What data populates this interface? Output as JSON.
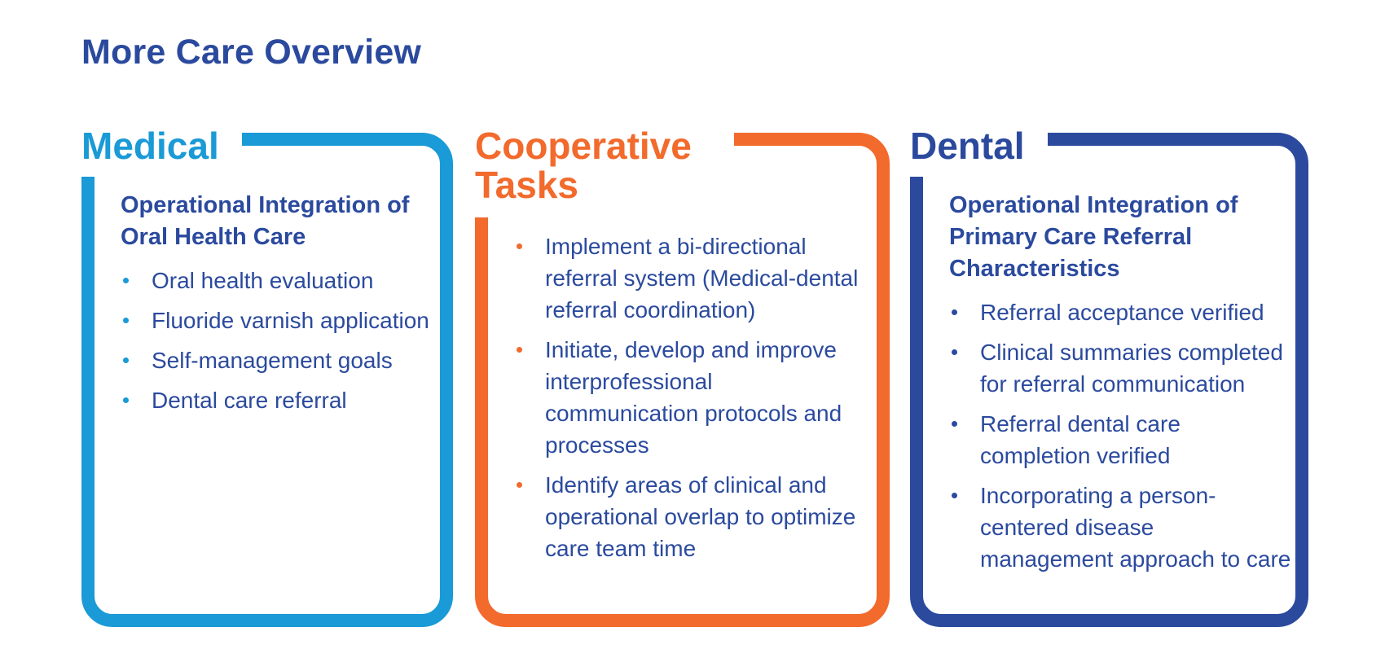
{
  "title": "More Care Overview",
  "colors": {
    "medical": "#1a9ad6",
    "cooperative": "#f26a2c",
    "dental": "#2b4a9e",
    "text": "#2b4a9e"
  },
  "medical": {
    "heading": "Medical",
    "subheading": "Operational Integration of Oral Health Care",
    "items": [
      "Oral health evaluation",
      "Fluoride varnish application",
      "Self-management goals",
      "Dental care referral"
    ]
  },
  "cooperative": {
    "heading": "Cooperative Tasks",
    "items": [
      "Implement a bi-directional referral system (Medical-dental referral coordination)",
      "Initiate, develop and improve interprofessional communication protocols and processes",
      "Identify areas of clinical and operational overlap to optimize care team time"
    ]
  },
  "dental": {
    "heading": "Dental",
    "subheading": "Operational Integration of Primary Care Referral Characteristics",
    "items": [
      "Referral acceptance verified",
      "Clinical summaries completed for referral communication",
      "Referral dental care completion verified",
      "Incorporating a person-centered disease management approach to care"
    ]
  }
}
